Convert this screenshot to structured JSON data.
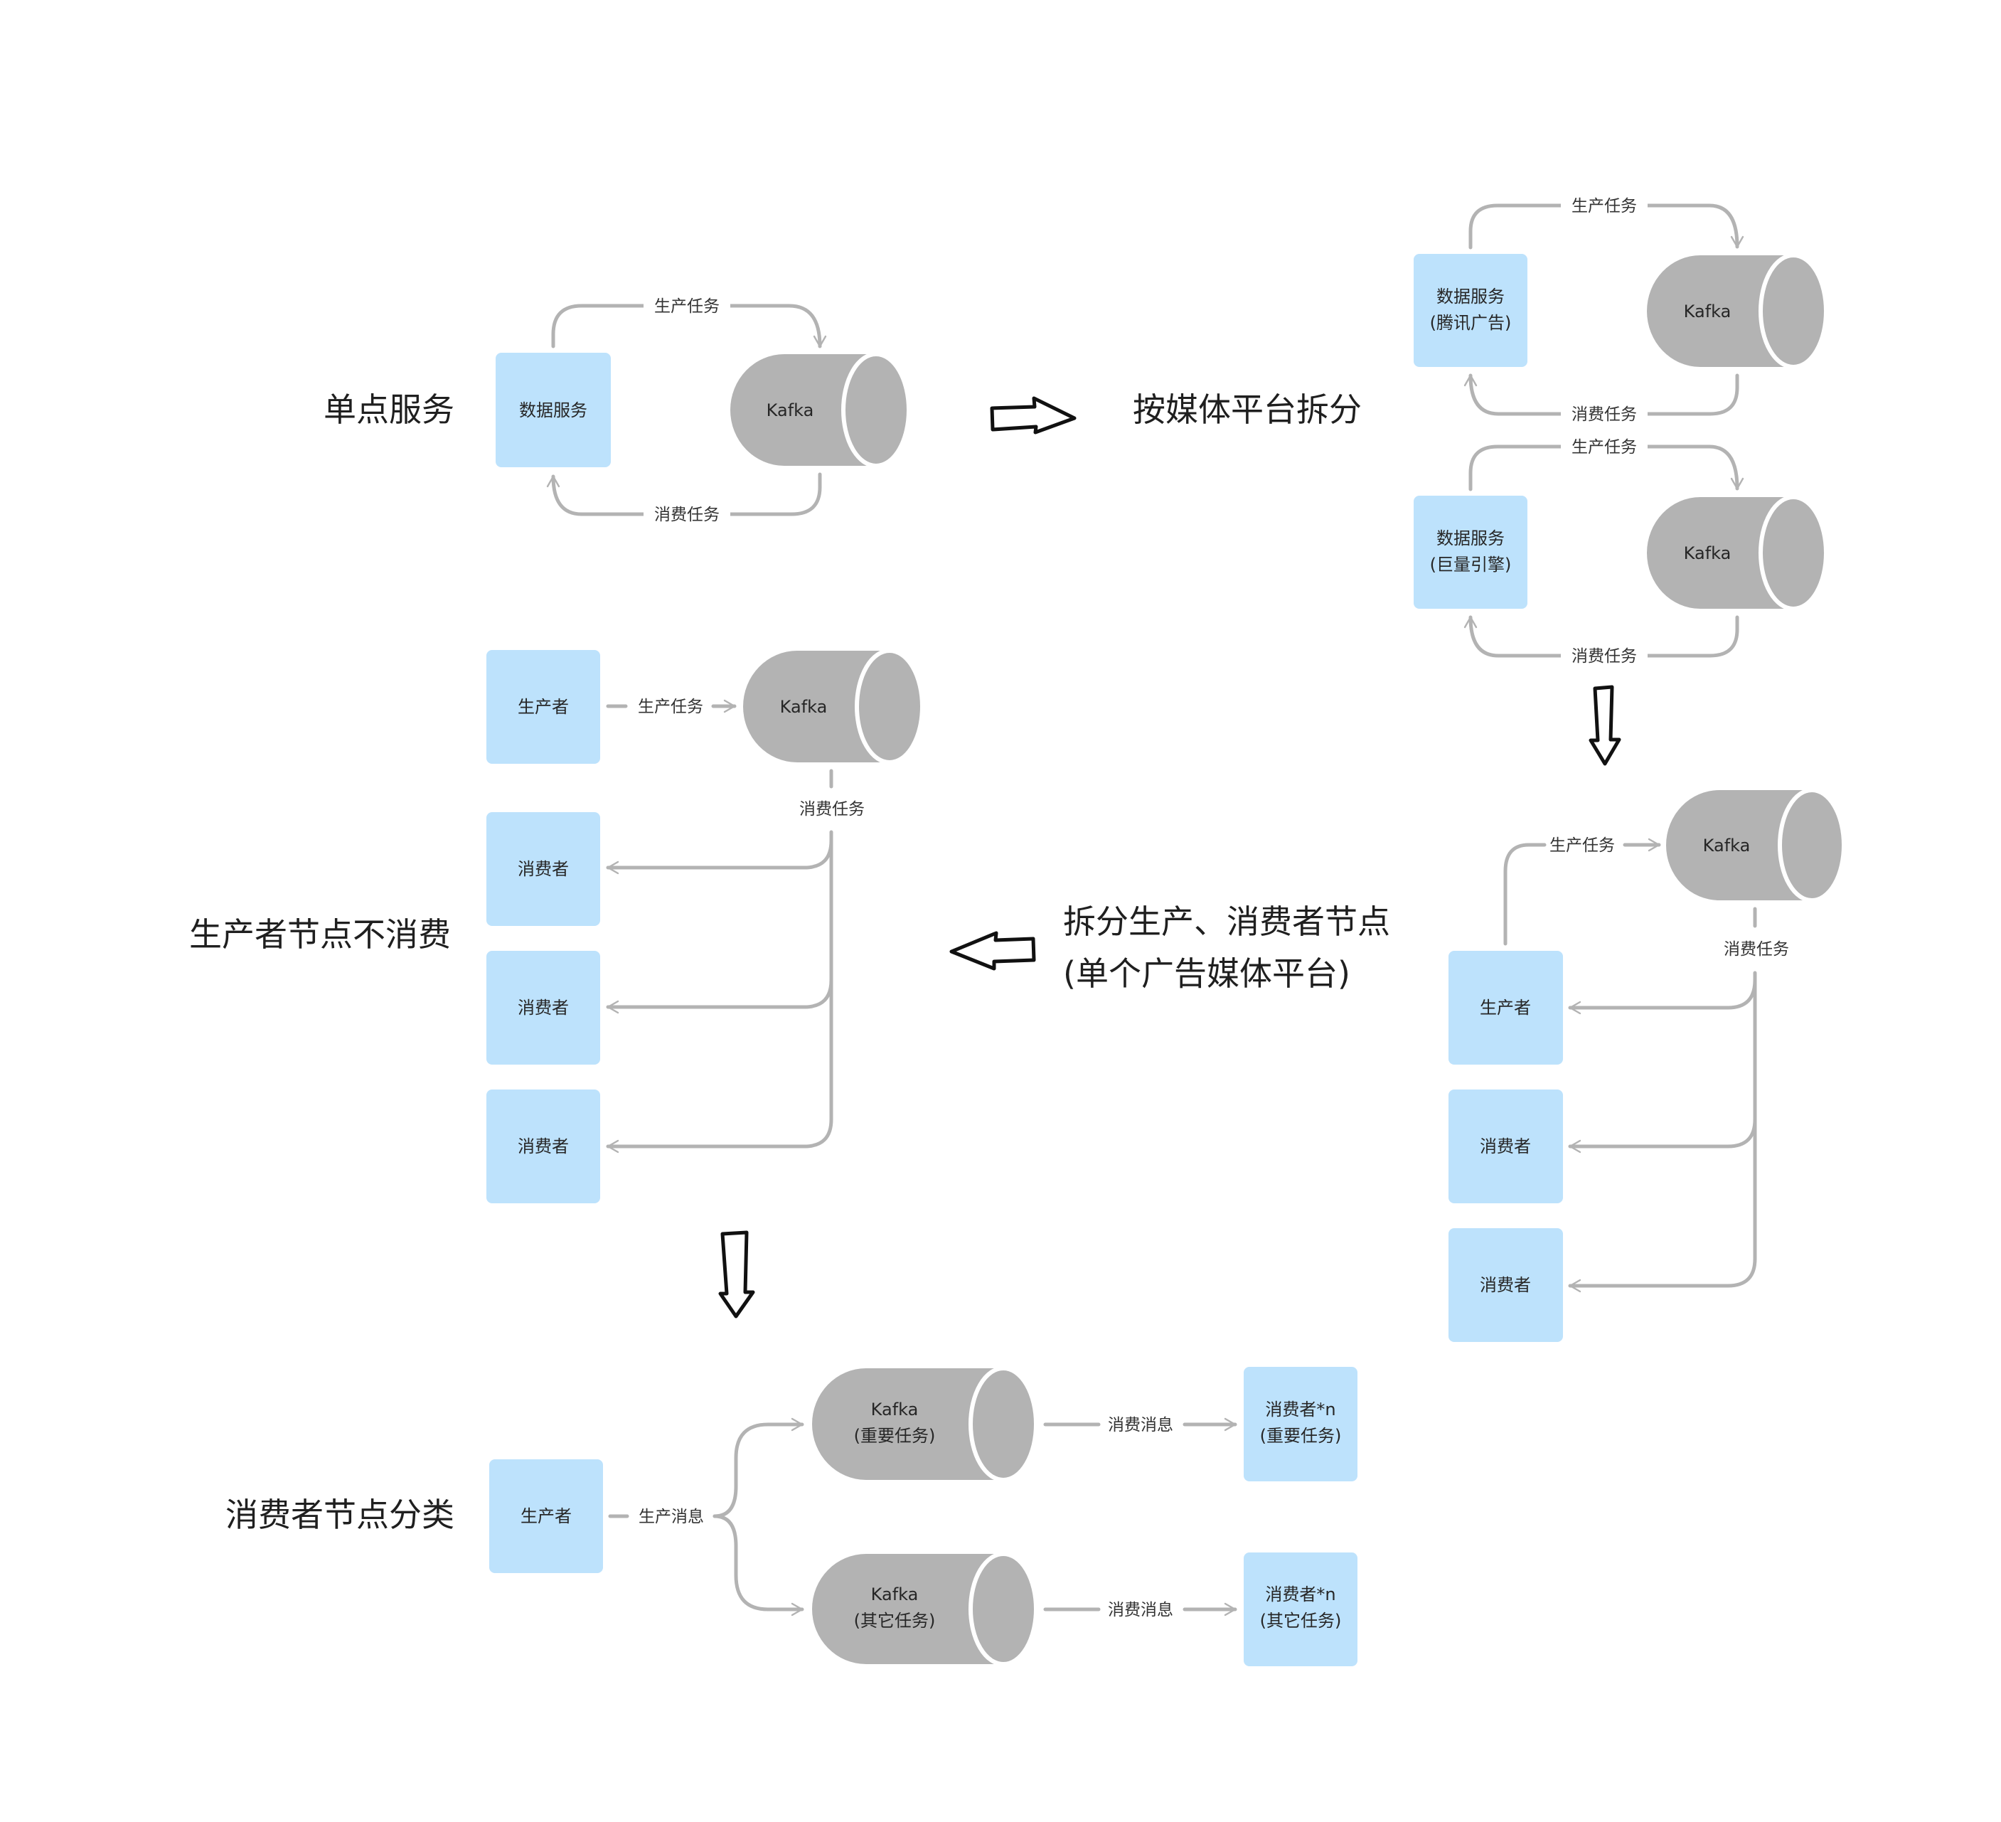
{
  "colors": {
    "node_fill": "#bde2fc",
    "kafka_fill": "#b3b3b3",
    "edge": "#b3b3b3",
    "text": "#262626",
    "flow_arrow": "#111111"
  },
  "section1": {
    "title": "单点服务",
    "service": "数据服务",
    "kafka": "Kafka",
    "produce": "生产任务",
    "consume": "消费任务"
  },
  "section2": {
    "title": "按媒体平台拆分",
    "pairs": [
      {
        "service_line1": "数据服务",
        "service_line2": "(腾讯广告)",
        "kafka": "Kafka",
        "produce": "生产任务",
        "consume": "消费任务"
      },
      {
        "service_line1": "数据服务",
        "service_line2": "(巨量引擎)",
        "kafka": "Kafka",
        "produce": "生产任务",
        "consume": "消费任务"
      }
    ]
  },
  "section3": {
    "title_line1": "拆分生产、消费者节点",
    "title_line2": "(单个广告媒体平台)",
    "kafka": "Kafka",
    "produce": "生产任务",
    "consume": "消费任务",
    "nodes": [
      "生产者",
      "消费者",
      "消费者"
    ]
  },
  "section4": {
    "title": "生产者节点不消费",
    "producer": "生产者",
    "kafka": "Kafka",
    "produce": "生产任务",
    "consume": "消费任务",
    "consumers": [
      "消费者",
      "消费者",
      "消费者"
    ]
  },
  "section5": {
    "title": "消费者节点分类",
    "producer": "生产者",
    "produce": "生产消息",
    "branches": [
      {
        "kafka_line1": "Kafka",
        "kafka_line2": "(重要任务)",
        "consume": "消费消息",
        "consumer_line1": "消费者*n",
        "consumer_line2": "(重要任务)"
      },
      {
        "kafka_line1": "Kafka",
        "kafka_line2": "(其它任务)",
        "consume": "消费消息",
        "consumer_line1": "消费者*n",
        "consumer_line2": "(其它任务)"
      }
    ]
  },
  "flow_arrows": [
    {
      "name": "right-arrow-icon",
      "direction": "right"
    },
    {
      "name": "down-arrow-icon",
      "direction": "down"
    },
    {
      "name": "left-arrow-icon",
      "direction": "left"
    },
    {
      "name": "down-arrow-icon",
      "direction": "down"
    }
  ]
}
